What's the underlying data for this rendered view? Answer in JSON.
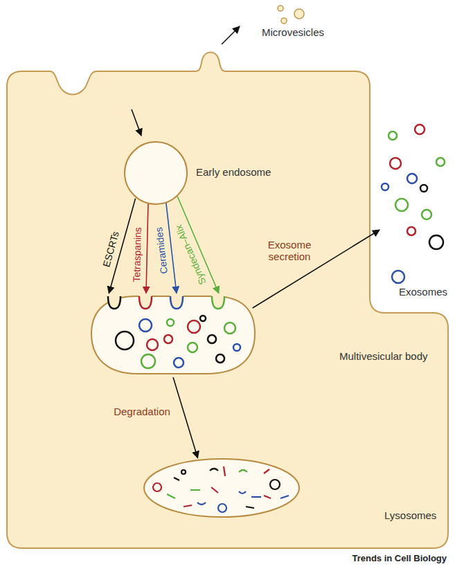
{
  "diagram": {
    "nodes": [
      {
        "text": [
          "Early endosome"
        ]
      },
      {
        "text": [
          "Multivesicular body"
        ]
      },
      {
        "text": [
          "Lysosomes"
        ]
      },
      {
        "text": [
          "Exosomes"
        ]
      }
    ],
    "edges": [
      {
        "from": 0,
        "to": 1,
        "arrow": "to",
        "label": "ESCRTs"
      },
      {
        "from": 0,
        "to": 1,
        "arrow": "to",
        "label": "Tetraspanins"
      },
      {
        "from": 0,
        "to": 1,
        "arrow": "to",
        "label": "Ceramides"
      },
      {
        "from": 0,
        "to": 1,
        "arrow": "to",
        "label": "Syndecan–Alix"
      },
      {
        "from": 1,
        "to": 3,
        "arrow": "to",
        "label": "Exosome secretion"
      },
      {
        "from": 1,
        "to": 2,
        "arrow": "to",
        "label": "Degradation"
      }
    ],
    "labels": [
      "Microvesicles",
      "Trends in Cell Biology"
    ]
  }
}
